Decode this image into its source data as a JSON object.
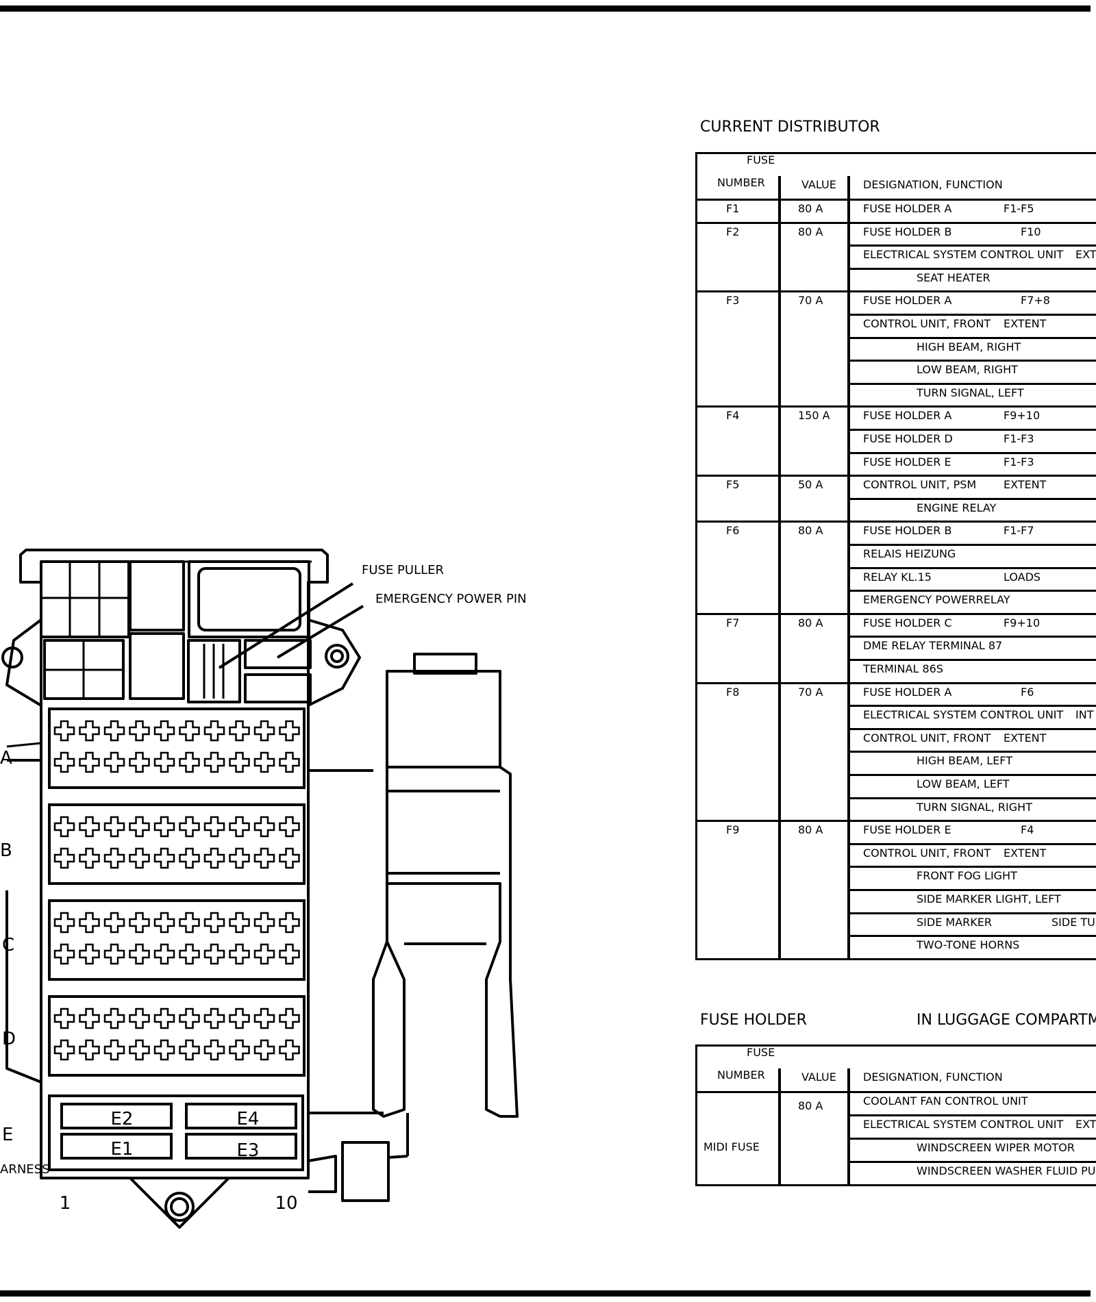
{
  "labels": {
    "fuse_puller": "FUSE PULLER",
    "emergency_power_pin": "EMERGENCY POWER PIN",
    "row_a": "A",
    "row_b": "B",
    "row_c": "C",
    "row_d": "D",
    "row_e": "E",
    "harness": "ARNESS",
    "col_1": "1",
    "col_10": "10",
    "e1": "E1",
    "e2": "E2",
    "e3": "E3",
    "e4": "E4"
  },
  "current_distributor": {
    "title": "CURRENT DISTRIBUTOR",
    "header": {
      "fuse": "FUSE",
      "number": "NUMBER",
      "value": "VALUE",
      "designation": "DESIGNATION, FUNCTION"
    },
    "groups": [
      {
        "number": "F1",
        "value": "80 A",
        "rows": [
          {
            "text": "FUSE HOLDER A",
            "extra": "F1-F5",
            "indent": 0
          }
        ]
      },
      {
        "number": "F2",
        "value": "80 A",
        "rows": [
          {
            "text": "FUSE HOLDER B",
            "extra": "F10",
            "indent": 0
          },
          {
            "text": "ELECTRICAL SYSTEM CONTROL UNIT",
            "extra": "EXT",
            "indent": 0
          },
          {
            "text": "SEAT HEATER",
            "extra": "",
            "indent": 1
          }
        ]
      },
      {
        "number": "F3",
        "value": "70 A",
        "rows": [
          {
            "text": "FUSE HOLDER A",
            "extra": "F7+8",
            "indent": 0
          },
          {
            "text": "CONTROL UNIT, FRONT",
            "extra": "EXTENT",
            "indent": 0
          },
          {
            "text": "HIGH BEAM, RIGHT",
            "extra": "",
            "indent": 1
          },
          {
            "text": "LOW BEAM, RIGHT",
            "extra": "",
            "indent": 1
          },
          {
            "text": "TURN SIGNAL, LEFT",
            "extra": "",
            "indent": 1
          }
        ]
      },
      {
        "number": "F4",
        "value": "150 A",
        "rows": [
          {
            "text": "FUSE HOLDER A",
            "extra": "F9+10",
            "indent": 0
          },
          {
            "text": "FUSE HOLDER D",
            "extra": "F1-F3",
            "indent": 0
          },
          {
            "text": "FUSE HOLDER E",
            "extra": "F1-F3",
            "indent": 0
          }
        ]
      },
      {
        "number": "F5",
        "value": "50 A",
        "rows": [
          {
            "text": "CONTROL UNIT, PSM",
            "extra": "EXTENT",
            "indent": 0
          },
          {
            "text": "ENGINE RELAY",
            "extra": "",
            "indent": 1
          }
        ]
      },
      {
        "number": "F6",
        "value": "80 A",
        "rows": [
          {
            "text": "FUSE HOLDER B",
            "extra": "F1-F7",
            "indent": 0
          },
          {
            "text": "RELAIS HEIZUNG",
            "extra": "",
            "indent": 0
          },
          {
            "text": "RELAY KL.15",
            "extra": "LOADS",
            "indent": 0
          },
          {
            "text": "EMERGENCY POWERRELAY",
            "extra": "",
            "indent": 0
          }
        ]
      },
      {
        "number": "F7",
        "value": "80 A",
        "rows": [
          {
            "text": "FUSE HOLDER C",
            "extra": "F9+10",
            "indent": 0
          },
          {
            "text": "DME RELAY TERMINAL 87",
            "extra": "",
            "indent": 0
          },
          {
            "text": "TERMINAL 86S",
            "extra": "",
            "indent": 0
          }
        ]
      },
      {
        "number": "F8",
        "value": "70 A",
        "rows": [
          {
            "text": "FUSE HOLDER A",
            "extra": "F6",
            "indent": 0
          },
          {
            "text": "ELECTRICAL SYSTEM CONTROL UNIT",
            "extra": "INT",
            "indent": 0
          },
          {
            "text": "CONTROL UNIT, FRONT",
            "extra": "EXTENT",
            "indent": 0
          },
          {
            "text": "HIGH BEAM, LEFT",
            "extra": "",
            "indent": 1
          },
          {
            "text": "LOW BEAM, LEFT",
            "extra": "",
            "indent": 1
          },
          {
            "text": "TURN SIGNAL, RIGHT",
            "extra": "",
            "indent": 1
          }
        ]
      },
      {
        "number": "F9",
        "value": "80 A",
        "rows": [
          {
            "text": "FUSE HOLDER E",
            "extra": "F4",
            "indent": 0
          },
          {
            "text": "CONTROL UNIT, FRONT",
            "extra": "EXTENT",
            "indent": 0
          },
          {
            "text": "FRONT FOG LIGHT",
            "extra": "",
            "indent": 1
          },
          {
            "text": "SIDE MARKER LIGHT, LEFT",
            "extra": "",
            "indent": 1
          },
          {
            "text": "SIDE MARKER",
            "extra": "SIDE TU",
            "indent": 1
          },
          {
            "text": "TWO-TONE HORNS",
            "extra": "",
            "indent": 1
          }
        ]
      }
    ]
  },
  "fuse_holder": {
    "title": "FUSE HOLDER",
    "location": "IN LUGGAGE COMPARTM",
    "header": {
      "fuse": "FUSE",
      "number": "NUMBER",
      "value": "VALUE",
      "designation": "DESIGNATION, FUNCTION"
    },
    "number": "MIDI FUSE",
    "value": "80 A",
    "rows": [
      {
        "text": "COOLANT FAN CONTROL UNIT",
        "extra": "",
        "indent": 0
      },
      {
        "text": "ELECTRICAL SYSTEM CONTROL UNIT",
        "extra": "EXT",
        "indent": 0
      },
      {
        "text": "WINDSCREEN WIPER MOTOR",
        "extra": "",
        "indent": 1
      },
      {
        "text": "WINDSCREEN  WASHER FLUID PUM",
        "extra": "",
        "indent": 1
      }
    ]
  }
}
